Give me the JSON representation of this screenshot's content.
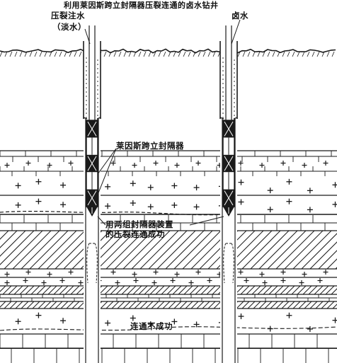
{
  "labels": {
    "title": "利用莱因斯跨立封隔器压裂连通的卤水钻井",
    "left_well_1": "压裂注水",
    "left_well_2": "（淡水）",
    "right_well": "卤水",
    "packer": "莱因斯跨立封隔器",
    "success_1": "用两组封隔器装置",
    "success_2": "的压裂连通成功",
    "fail": "连通不成功"
  },
  "colors": {
    "ink": "#1a1a1a",
    "paper": "#ffffff"
  }
}
